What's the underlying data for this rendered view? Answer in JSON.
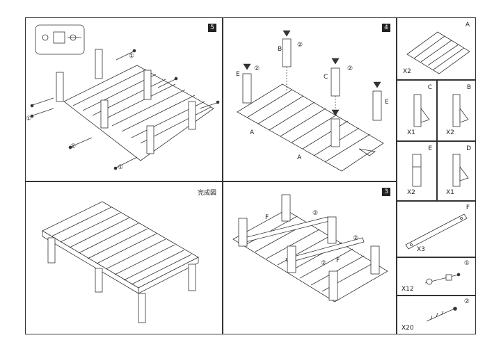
{
  "sheet": {
    "steps": {
      "top_left": "5",
      "top_middle": "4",
      "bottom_middle": "3"
    },
    "completed_label": "完成図",
    "callouts": {
      "bolt": "①",
      "screw": "②"
    },
    "pointer_labels": {
      "a1": "A",
      "a2": "A",
      "b": "B",
      "c": "C",
      "e1": "E",
      "e2": "E",
      "f1": "F",
      "f2": "F"
    },
    "parts": [
      {
        "letter": "A",
        "qty": "X2"
      },
      {
        "letter": "C",
        "qty": "X1"
      },
      {
        "letter": "B",
        "qty": "X2"
      },
      {
        "letter": "E",
        "qty": "X2"
      },
      {
        "letter": "D",
        "qty": "X1"
      },
      {
        "letter": "F",
        "qty": "X3"
      },
      {
        "letter": "①",
        "qty": "X12"
      },
      {
        "letter": "②",
        "qty": "X20"
      }
    ]
  }
}
